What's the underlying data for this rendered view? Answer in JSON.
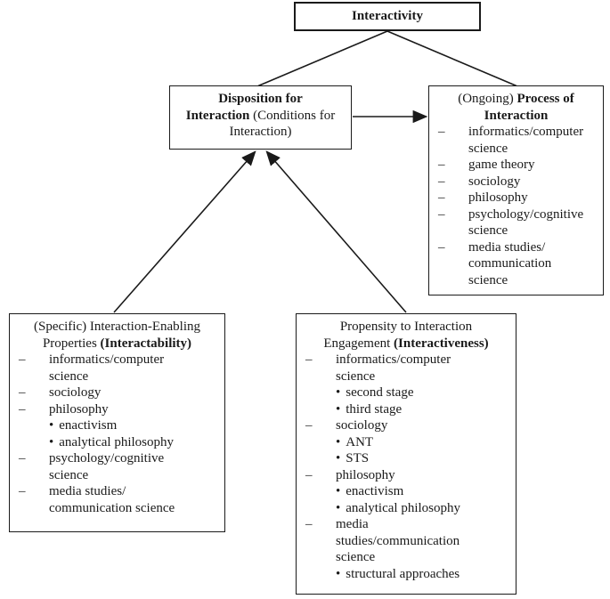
{
  "nodes": {
    "root": {
      "title": {
        "pre": "",
        "bold": "Interactivity",
        "post": ""
      }
    },
    "disposition": {
      "title": {
        "pre": "",
        "bold": "Disposition for\nInteraction",
        "post": " (Conditions for\nInteraction)"
      }
    },
    "process": {
      "title": {
        "pre": "(Ongoing) ",
        "bold": "Process of\nInteraction",
        "post": ""
      },
      "items": [
        {
          "t": "d",
          "text": "informatics/computer\nscience"
        },
        {
          "t": "d",
          "text": "game theory"
        },
        {
          "t": "d",
          "text": "sociology"
        },
        {
          "t": "d",
          "text": "philosophy"
        },
        {
          "t": "d",
          "text": "psychology/cognitive\nscience"
        },
        {
          "t": "d",
          "text": "media studies/\ncommunication\nscience"
        }
      ]
    },
    "interactability": {
      "title": {
        "pre": "(Specific) Interaction-Enabling\nProperties ",
        "bold": "(Interactability)",
        "post": ""
      },
      "items": [
        {
          "t": "d",
          "text": "informatics/computer\nscience"
        },
        {
          "t": "d",
          "text": "sociology"
        },
        {
          "t": "d",
          "text": "philosophy"
        },
        {
          "t": "b",
          "text": "enactivism"
        },
        {
          "t": "b",
          "text": "analytical philosophy"
        },
        {
          "t": "d",
          "text": "psychology/cognitive\nscience"
        },
        {
          "t": "d",
          "text": "media studies/\ncommunication science"
        }
      ]
    },
    "interactiveness": {
      "title": {
        "pre": "Propensity to Interaction\nEngagement ",
        "bold": "(Interactiveness)",
        "post": ""
      },
      "items": [
        {
          "t": "d",
          "text": "informatics/computer\nscience"
        },
        {
          "t": "b",
          "text": "second stage"
        },
        {
          "t": "b",
          "text": "third stage"
        },
        {
          "t": "d",
          "text": "sociology"
        },
        {
          "t": "b",
          "text": "ANT"
        },
        {
          "t": "b",
          "text": "STS"
        },
        {
          "t": "d",
          "text": "philosophy"
        },
        {
          "t": "b",
          "text": "enactivism"
        },
        {
          "t": "b",
          "text": "analytical philosophy"
        },
        {
          "t": "d",
          "text": "media\nstudies/communication\nscience"
        },
        {
          "t": "b",
          "text": "structural approaches"
        }
      ]
    }
  },
  "markers": {
    "dash": "–",
    "bullet": "•"
  },
  "colors": {
    "ink": "#1a1a1a",
    "background": "#ffffff"
  }
}
